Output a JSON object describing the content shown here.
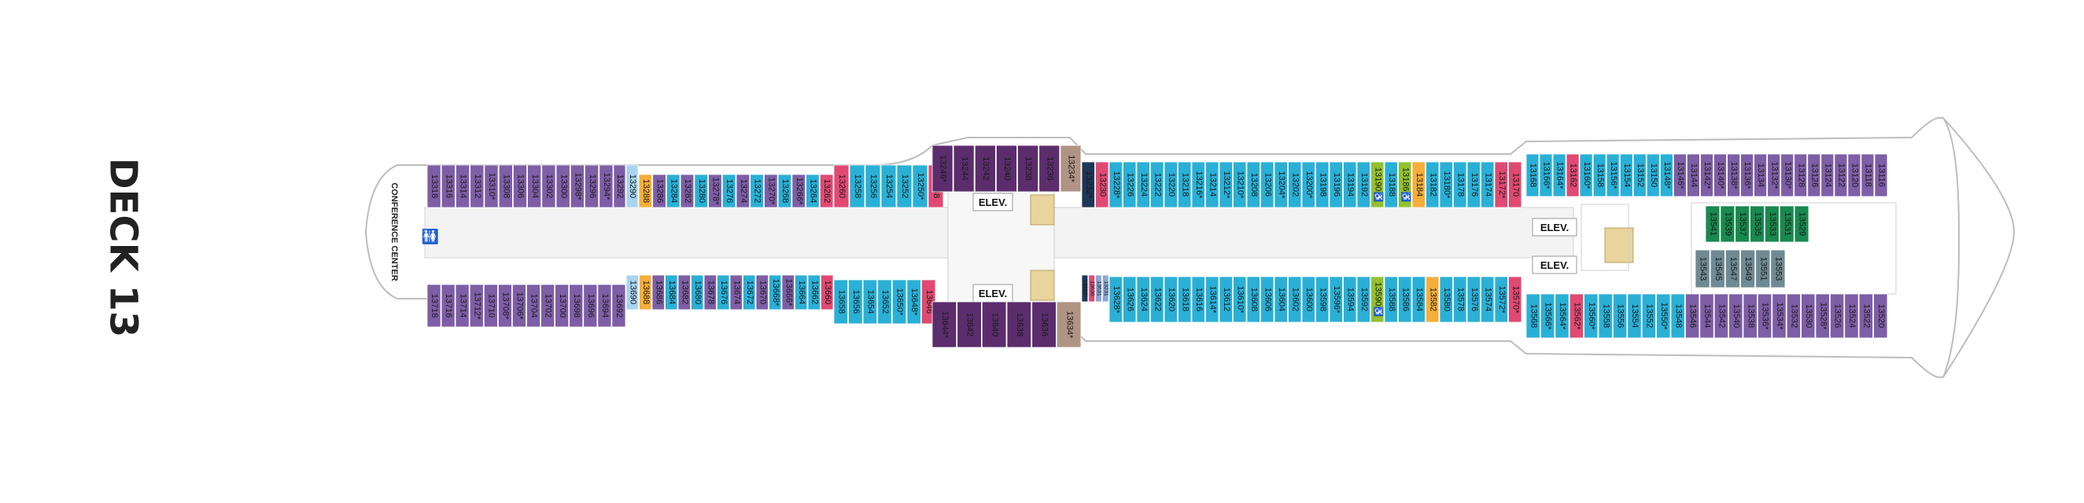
{
  "deck_title": "DECK 13",
  "labels": {
    "conference_center": "CONFERENCE CENTER",
    "elevator": "ELEV."
  },
  "colors": {
    "hull": "#bdbdbd",
    "corridor": "#f3f3f3",
    "purple": "#7e5ea6",
    "deep_purple": "#5b2d6c",
    "light_purple": "#8a73b4",
    "teal": "#2ab0d6",
    "pink": "#e04a72",
    "light_blue": "#a8d4ef",
    "orange": "#f6ae3a",
    "lime": "#93c12f",
    "navy": "#1e3658",
    "taupe": "#b09483",
    "green": "#18894f",
    "slate": "#6f8a93",
    "steel": "#8ea6d3",
    "stairs": "#e8d49c"
  },
  "cabins": {
    "top_aft": [
      "13318",
      "13316",
      "13314",
      "13312",
      "13310*",
      "13308",
      "13306",
      "13304",
      "13302",
      "13300",
      "13298*",
      "13296",
      "13294*"
    ],
    "top_aft_2": [
      "13292",
      "13290"
    ],
    "top_mid": [
      "13288",
      "13286",
      "13284",
      "13282",
      "13280",
      "13278*",
      "13276",
      "13274",
      "13272",
      "13270*",
      "13268",
      "13266*",
      "13264",
      "13262"
    ],
    "top_mid_2": [
      "13260",
      "13258",
      "13256",
      "13254",
      "13252",
      "13250*",
      "13248"
    ],
    "top_fwd_stair": [
      "13246*",
      "13244",
      "13242",
      "13240",
      "13238",
      "13236",
      "13234*"
    ],
    "top_fwd": [
      "13232*",
      "13230",
      "13228*",
      "13226",
      "13224",
      "13222",
      "13220",
      "13218",
      "13216*",
      "13214",
      "13212*",
      "13210*",
      "13208",
      "13206",
      "13204*",
      "13202",
      "13200*",
      "13198",
      "13196",
      "13194",
      "13192",
      "13190♿",
      "13188",
      "13186♿",
      "13184",
      "13182",
      "13180*",
      "13178",
      "13176",
      "13174",
      "13172*",
      "13170"
    ],
    "top_bow": [
      "13168",
      "13166*",
      "13164*",
      "13162",
      "13160*",
      "13158",
      "13156*",
      "13154",
      "13152",
      "13150",
      "13148*",
      "13146*",
      "13144",
      "13142*",
      "13140*",
      "13138*",
      "13136*",
      "13134",
      "13132*",
      "13130*",
      "13128",
      "13126",
      "13124",
      "13122",
      "13120",
      "13118",
      "13116"
    ],
    "bottom_aft": [
      "13718",
      "13716",
      "13714",
      "13712*",
      "13710",
      "13708*",
      "13706*",
      "13704",
      "13702",
      "13700",
      "13698",
      "13696",
      "13694",
      "13692"
    ],
    "bottom_mid": [
      "13690",
      "13688",
      "13686",
      "13684",
      "13682",
      "13680",
      "13678",
      "13676",
      "13674",
      "13672",
      "13670",
      "13668*",
      "13666*",
      "13664",
      "13662",
      "13660"
    ],
    "bottom_mid_2": [
      "13658",
      "13656",
      "13654",
      "13652",
      "13650*",
      "13648*",
      "13646"
    ],
    "bottom_fwd_stair": [
      "13644*",
      "13642",
      "13640",
      "13638",
      "13636",
      "13634*",
      "13632*",
      "13630",
      "13631",
      "13231"
    ],
    "bottom_fwd": [
      "13628*",
      "13626",
      "13624",
      "13622",
      "13620",
      "13618",
      "13616",
      "13614*",
      "13612",
      "13610*",
      "13608",
      "13606",
      "13604",
      "13602",
      "13600",
      "13598",
      "13596*",
      "13594",
      "13592",
      "13590♿",
      "13588",
      "13586",
      "13584",
      "13582",
      "13580",
      "13578",
      "13576",
      "13574",
      "13572*",
      "13570*"
    ],
    "bottom_bow": [
      "13568",
      "13566*",
      "13564*",
      "13562*",
      "13560*",
      "13558",
      "13556",
      "13554",
      "13552",
      "13550*",
      "13548",
      "13546",
      "13544",
      "13542",
      "13540",
      "13538",
      "13536*",
      "13534*",
      "13532",
      "13530",
      "13528*",
      "13526",
      "13524",
      "13522",
      "13520"
    ],
    "bow_suites": [
      "13541",
      "13539",
      "13537",
      "13535",
      "13533",
      "13531",
      "13529",
      "13543",
      "13545",
      "13547",
      "13549",
      "13551",
      "13553"
    ]
  }
}
